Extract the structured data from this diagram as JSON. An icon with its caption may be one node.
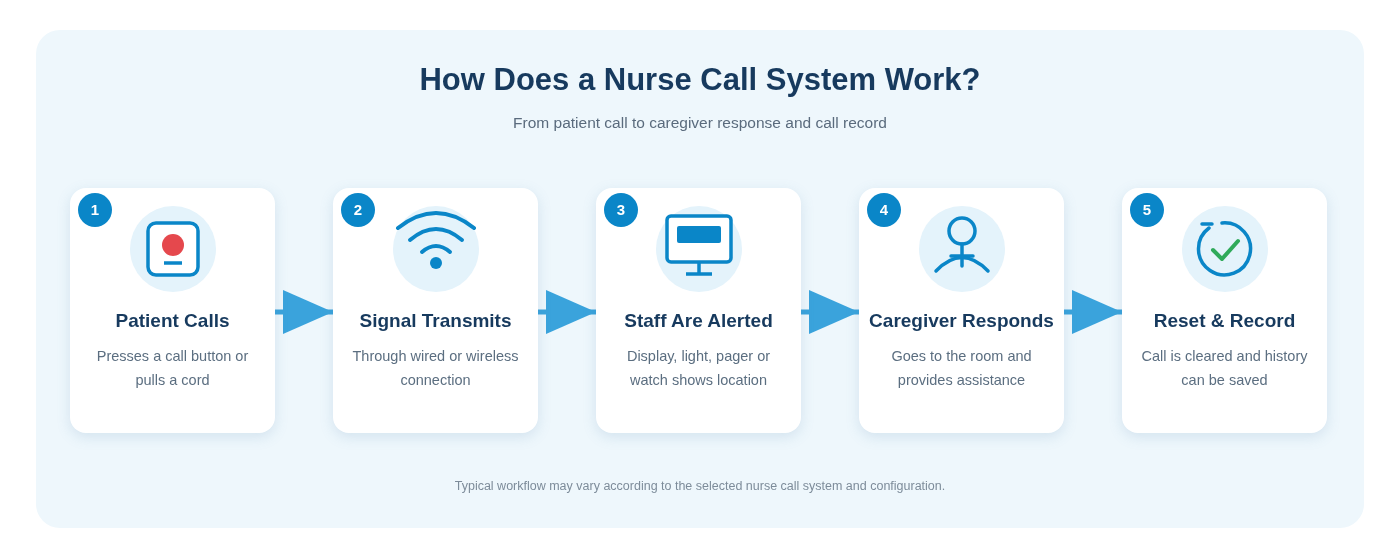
{
  "diagram": {
    "title": "How Does a Nurse Call System Work?",
    "nodes": [
      {
        "text": [
          "1",
          "Patient Calls",
          "Presses a call button or pulls a cord"
        ]
      },
      {
        "text": [
          "2",
          "Signal Transmits",
          "Through wired or wireless connection"
        ]
      },
      {
        "text": [
          "3",
          "Staff Are Alerted",
          "Display, light, pager or watch shows location"
        ]
      },
      {
        "text": [
          "4",
          "Caregiver Responds",
          "Goes to the room and provides assistance"
        ]
      },
      {
        "text": [
          "5",
          "Reset & Record",
          "Call is cleared and history can be saved"
        ]
      }
    ],
    "edges": [
      {
        "from": 0,
        "to": 1,
        "arrow": "to"
      },
      {
        "from": 1,
        "to": 2,
        "arrow": "to"
      },
      {
        "from": 2,
        "to": 3,
        "arrow": "to"
      },
      {
        "from": 3,
        "to": 4,
        "arrow": "to"
      }
    ],
    "labels": [
      "From patient call to caregiver response and call record",
      "Typical workflow may vary according to the selected nurse call system and configuration."
    ]
  }
}
